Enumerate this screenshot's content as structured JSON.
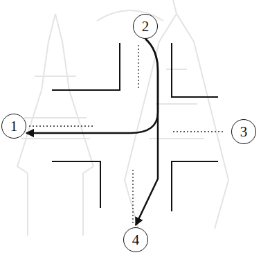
{
  "diagram": {
    "nodes": [
      {
        "text": [
          "2"
        ]
      },
      {
        "text": [
          "1"
        ]
      },
      {
        "text": [
          "3"
        ]
      },
      {
        "text": [
          "4"
        ]
      }
    ],
    "edges": [
      {
        "from": 0,
        "to": 1,
        "arrow": "to"
      },
      {
        "from": 0,
        "to": 3,
        "arrow": "to"
      }
    ]
  }
}
